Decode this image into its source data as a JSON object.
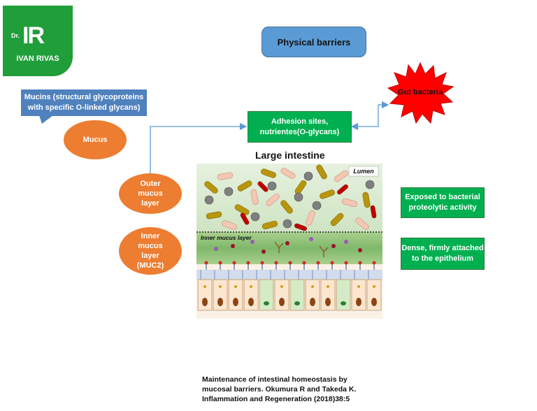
{
  "logo": {
    "prefix": "Dr.",
    "mark": "IR",
    "name": "IVAN RIVAS"
  },
  "header": {
    "title": "Physical barriers"
  },
  "labels": {
    "mucins": "Mucins (structural glycoproteins with specific O-linked glycans)",
    "mucus": "Mucus",
    "outer_layer": "Outer mucus layer",
    "inner_layer": "Inner mucus layer (MUC2)",
    "adhesion": "Adhesion sites, nutrientes(O-glycans)",
    "gut_bacteria": "Gut bacteria",
    "exposed": "Exposed to bacterial proteolytic activity",
    "dense": "Dense, firmly attached to the epithelium"
  },
  "figure": {
    "title": "Large intestine",
    "lumen_label": "Lumen",
    "inner_label": "Inner mucus layer"
  },
  "colors": {
    "logo": "#1f9e3a",
    "pill": "#5b9bd5",
    "mucins_box": "#4f81bd",
    "oval": "#ed7d31",
    "green_box": "#00b050",
    "starburst": "#ff0000",
    "arrow": "#5b9bd5"
  },
  "caption": {
    "line1": "Maintenance of intestinal homeostasis by",
    "line2": "mucosal barriers. Okumura R and Takeda K.",
    "line3": "Inflammation and Regeneration (2018)38:5"
  }
}
